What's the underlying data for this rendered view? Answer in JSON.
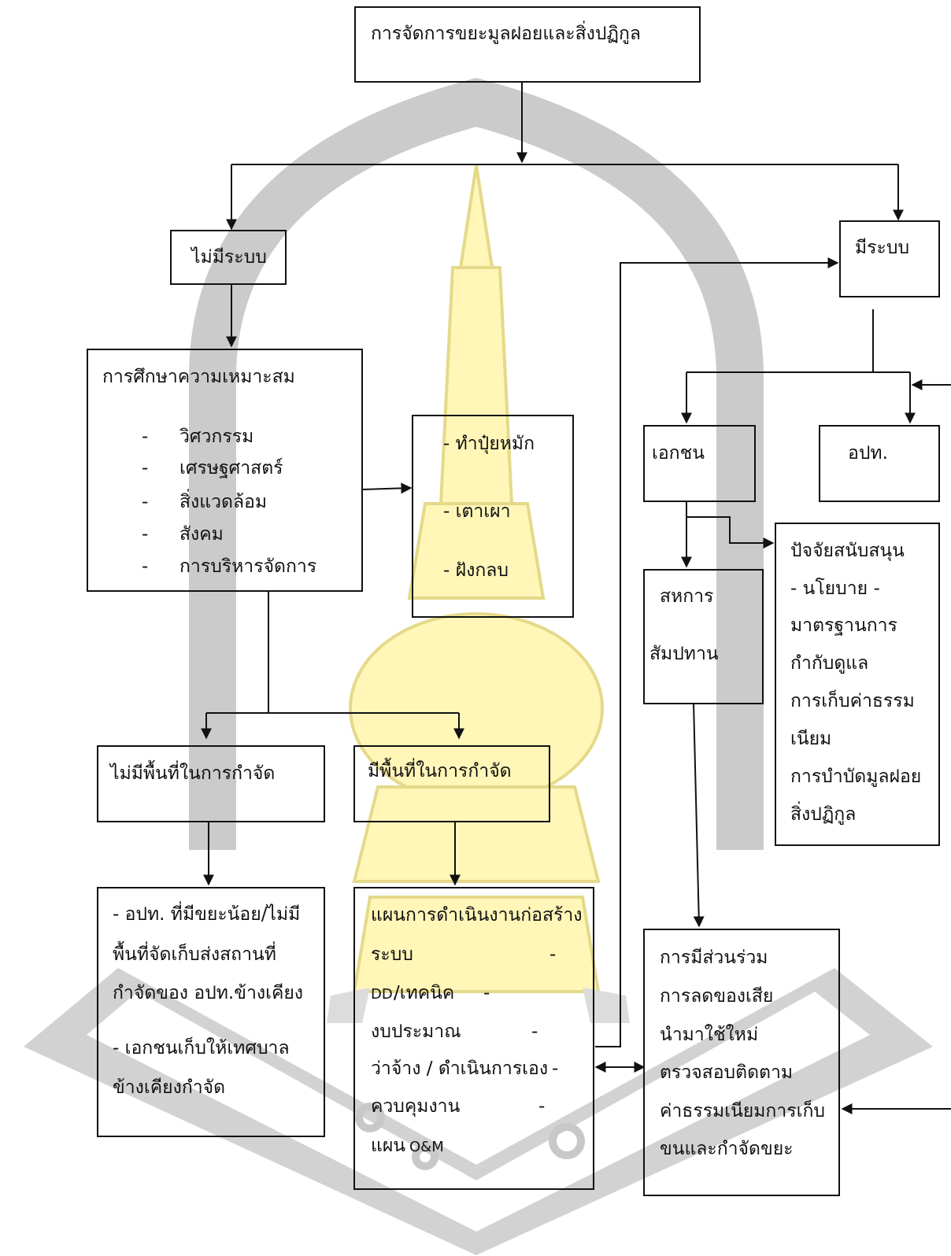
{
  "title": "การจัดการขยะมูลฝอยและสิ่งปฏิกูล",
  "no_system": {
    "label": "ไม่มีระบบ",
    "study": {
      "heading": "การศึกษาความเหมาะสม",
      "items": [
        "วิศวกรรม",
        "เศรษฐศาสตร์",
        "สิ่งแวดล้อม",
        "สังคม",
        "การบริหารจัดการ"
      ],
      "bullet": "-"
    },
    "methods": [
      "- ทำปุ๋ยหมัก",
      "- เตาเผา",
      "- ฝังกลบ"
    ],
    "no_area": {
      "label": "ไม่มีพื้นที่ในการกำจัด",
      "detail": [
        "- อปท. ที่มีขยะน้อย/ไม่มี",
        "พื้นที่จัดเก็บส่งสถานที่",
        "กำจัดของ อปท.ข้างเคียง",
        "- เอกชนเก็บให้เทศบาล",
        "ข้างเคียงกำจัด"
      ]
    },
    "has_area": {
      "label": "มีพื้นที่ในการกำจัด",
      "plan": {
        "line1": "แผนการดำเนินงานก่อสร้าง",
        "line2": "ระบบ",
        "line3a": "DD.",
        "line3b": "/เทคนิค",
        "line4": "งบประมาณ",
        "line5": "ว่าจ้าง / ดำเนินการเอง",
        "line6": "ควบคุมงาน",
        "line7a": "แผน",
        "line7b": "O&M",
        "dash": "-"
      }
    }
  },
  "has_system": {
    "label": "มีระบบ",
    "private": "เอกชน",
    "lao": "อปท.",
    "cooperative": [
      "สหการ",
      "สัมปทาน"
    ],
    "support": [
      "ปัจจัยสนับสนุน",
      "- นโยบาย  -",
      "มาตรฐานการ",
      "กำกับดูแล",
      "การเก็บค่าธรรม",
      "เนียม",
      "การบำบัดมูลฝอย",
      "สิ่งปฏิกูล"
    ],
    "participation": [
      "การมีส่วนร่วม",
      "การลดของเสีย",
      "นำมาใช้ใหม่",
      "ตรวจสอบติดตาม",
      "ค่าธรรมเนียมการเก็บ",
      "ขนและกำจัดขยะ"
    ]
  },
  "colors": {
    "line": "#111111",
    "watermark_gray": "#c6c6c6",
    "watermark_yellow": "#fff6b8"
  }
}
